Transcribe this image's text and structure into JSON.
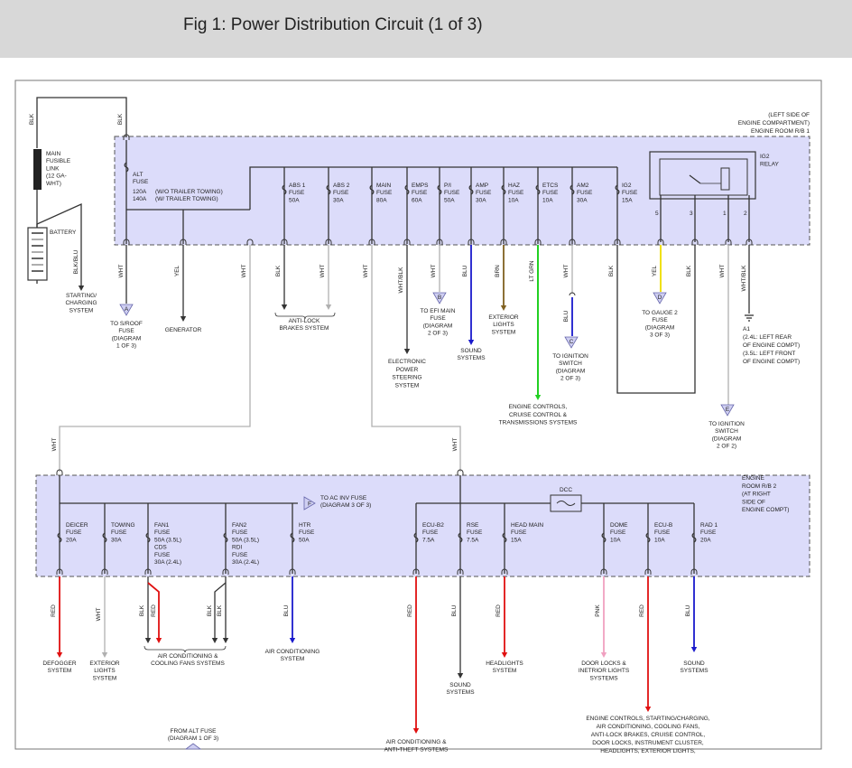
{
  "header": {
    "title": "Fig 1: Power Distribution Circuit (1 of 3)"
  },
  "colors": {
    "box_fill": "#dcdcfa",
    "wire": "#333333",
    "red": "#e01010",
    "blue": "#1a1acc",
    "yellow": "#f0e010",
    "green": "#22d022",
    "brown": "#806020",
    "pink": "#f0a0c0",
    "gray": "#b0b0b0"
  },
  "labels": {
    "box1": [
      "(LEFT SIDE OF",
      "ENGINE COMPARTMENT)",
      "ENGINE ROOM R/B 1"
    ],
    "box2": [
      "ENGINE",
      "ROOM R/B 2",
      "(AT RIGHT",
      "SIDE OF",
      "ENGINE COMPT)"
    ],
    "main_link": [
      "MAIN",
      "FUSIBLE",
      "LINK",
      "(12 GA-",
      "WHT)"
    ],
    "battery": "BATTERY",
    "ig2_relay": [
      "IG2",
      "RELAY"
    ],
    "relay_pins": [
      "5",
      "3",
      "1",
      "2"
    ],
    "alt_ratings": [
      "120A",
      "140A"
    ],
    "alt_notes": [
      "(W/O TRAILER TOWING)",
      "(W/ TRAILER TOWING)"
    ],
    "dcc": "DCC",
    "connectors": [
      "A",
      "B",
      "C",
      "D",
      "E",
      "F"
    ],
    "ground": [
      "A1",
      "(2.4L: LEFT REAR",
      "OF ENGINE COMPT)",
      "(3.5L: LEFT FRONT",
      "OF ENGINE COMPT)"
    ],
    "to_ac_inv": [
      "TO AC INV FUSE",
      "(DIAGRAM 3 OF 3)"
    ],
    "from_alt": [
      "FROM ALT FUSE",
      "(DIAGRAM 1 OF 3)"
    ]
  },
  "wire_colors": [
    "BLK",
    "BLK",
    "BLK/BLU",
    "WHT",
    "YEL",
    "WHT",
    "BLK",
    "WHT",
    "WHT",
    "WHT/BLK",
    "WHT",
    "BLU",
    "BRN",
    "LT GRN",
    "WHT",
    "BLU",
    "BLK",
    "YEL",
    "BLK",
    "WHT",
    "WHT/BLK",
    "WHT",
    "WHT",
    "RED",
    "WHT",
    "BLK",
    "RED",
    "BLK",
    "BLK",
    "BLU",
    "RED",
    "BLU",
    "RED",
    "PNK",
    "RED",
    "BLU"
  ],
  "fuses_rb1": [
    [
      "ALT",
      "FUSE"
    ],
    [
      "ABS 1",
      "FUSE",
      "50A"
    ],
    [
      "ABS 2",
      "FUSE",
      "30A"
    ],
    [
      "MAIN",
      "FUSE",
      "80A"
    ],
    [
      "EMPS",
      "FUSE",
      "60A"
    ],
    [
      "P/I",
      "FUSE",
      "50A"
    ],
    [
      "AMP",
      "FUSE",
      "30A"
    ],
    [
      "HAZ",
      "FUSE",
      "10A"
    ],
    [
      "ETCS",
      "FUSE",
      "10A"
    ],
    [
      "AM2",
      "FUSE",
      "30A"
    ],
    [
      "IG2",
      "FUSE",
      "15A"
    ]
  ],
  "fuses_rb2": [
    [
      "DEICER",
      "FUSE",
      "20A"
    ],
    [
      "TOWING",
      "FUSE",
      "30A"
    ],
    [
      "FAN1",
      "FUSE",
      "50A   (3.5L)",
      "CDS",
      "FUSE",
      "30A   (2.4L)"
    ],
    [
      "FAN2",
      "FUSE",
      "50A   (3.5L)",
      "RDI",
      "FUSE",
      "30A   (2.4L)"
    ],
    [
      "HTR",
      "FUSE",
      "50A"
    ],
    [
      "ECU-B2",
      "FUSE",
      "7.5A"
    ],
    [
      "RSE",
      "FUSE",
      "7.5A"
    ],
    [
      "HEAD MAIN",
      "FUSE",
      "15A"
    ],
    [
      "DOME",
      "FUSE",
      "10A"
    ],
    [
      "ECU-B",
      "FUSE",
      "10A"
    ],
    [
      "RAD 1",
      "FUSE",
      "20A"
    ]
  ],
  "destinations_rb1": [
    [
      "STARTING/",
      "CHARGING",
      "SYSTEM"
    ],
    [
      "TO S/ROOF",
      "FUSE",
      "(DIAGRAM",
      "1 OF 3)"
    ],
    [
      "GENERATOR"
    ],
    [
      "ANTI-LOCK",
      "BRAKES SYSTEM"
    ],
    [
      "ELECTRONIC",
      "POWER",
      "STEERING",
      "SYSTEM"
    ],
    [
      "TO EFI MAIN",
      "FUSE",
      "(DIAGRAM",
      "2 OF 3)"
    ],
    [
      "SOUND",
      "SYSTEMS"
    ],
    [
      "EXTERIOR",
      "LIGHTS",
      "SYSTEM"
    ],
    [
      "ENGINE CONTROLS,",
      "CRUISE CONTROL &",
      "TRANSMISSIONS SYSTEMS"
    ],
    [
      "TO IGNITION",
      "SWITCH",
      "(DIAGRAM",
      "2 OF 3)"
    ],
    [
      "TO GAUGE 2",
      "FUSE",
      "(DIAGRAM",
      "3 OF 3)"
    ],
    [
      "TO IGNITION",
      "SWITCH",
      "(DIAGRAM",
      "2 OF 2)"
    ]
  ],
  "destinations_rb2": [
    [
      "DEFOGGER",
      "SYSTEM"
    ],
    [
      "EXTERIOR",
      "LIGHTS",
      "SYSTEM"
    ],
    [
      "AIR CONDITIONING &",
      "COOLING FANS SYSTEMS"
    ],
    [
      "AIR CONDITIONING",
      "SYSTEM"
    ],
    [
      "AIR CONDITIONING &",
      "ANTI-THEFT SYSTEMS"
    ],
    [
      "SOUND",
      "SYSTEMS"
    ],
    [
      "HEADLIGHTS",
      "SYSTEM"
    ],
    [
      "DOOR LOCKS &",
      "INETRIOR LIGHTS",
      "SYSTEMS"
    ],
    [
      "ENGINE CONTROLS, STARTING/CHARGING,",
      "AIR CONDITIONING, COOLING FANS,",
      "ANTI-LOCK BRAKES, CRUISE CONTROL,",
      "DOOR LOCKS, INSTRUMENT CLUSTER,",
      "HEADLIGHTS, EXTERIOR LIGHTS,"
    ],
    [
      "SOUND",
      "SYSTEMS"
    ]
  ]
}
